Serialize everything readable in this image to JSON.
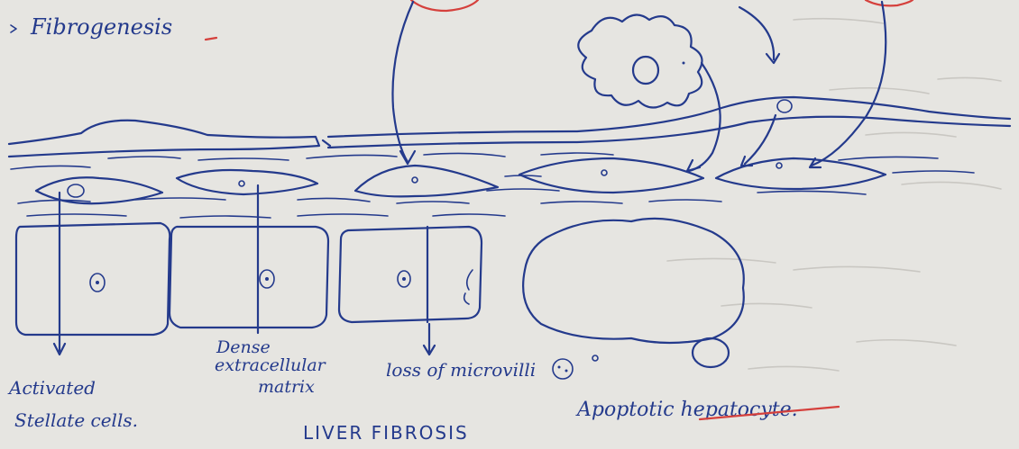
{
  "heading": "Fibrogenesis",
  "labels": {
    "activated_line1": "Activated",
    "activated_line2": "Stellate cells.",
    "dense_line1": "Dense",
    "dense_line2": "extracellular",
    "dense_line3": "matrix",
    "microvilli": "loss of microvilli",
    "apoptotic": "Apoptotic hepatocyte.",
    "footer": "LIVER FIBROSIS"
  },
  "colors": {
    "ink": "#243a8c",
    "accent": "#d5403c",
    "paper": "#e6e5e1"
  }
}
